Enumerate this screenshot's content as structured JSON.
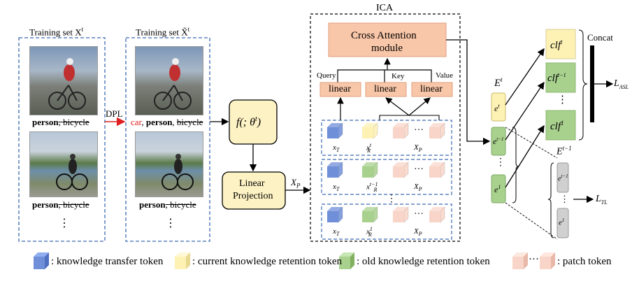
{
  "left_panel": {
    "title": "Training set X",
    "title_sup": "t",
    "caption1_bold": "person",
    "caption1_rest": ", bicycle",
    "caption2_bold": "person",
    "caption2_rest": ", bicycle",
    "dots": "⋮"
  },
  "right_panel": {
    "title": "Training set X̃",
    "title_sup": "t",
    "caption1_red": "car",
    "caption1_bold": "person",
    "caption1_rest": "bicycle",
    "caption2_bold": "person",
    "caption2_rest": ", bicycle",
    "dots": "⋮"
  },
  "dpl_label": "DPL",
  "feature_extractor": "f(; θ",
  "feature_extractor_sup": "t",
  "linear_projection": [
    "Linear",
    "Projection"
  ],
  "xp_label": "X",
  "xp_sub": "P",
  "ica": {
    "title": "ICA",
    "cross_attention": [
      "Cross Attention",
      "module"
    ],
    "query": "Query",
    "key": "Key",
    "value": "Value",
    "linear": "linear",
    "rows": [
      {
        "x_T": "x",
        "x_T_sub": "T",
        "x_R": "x",
        "x_R_sub": "R",
        "x_R_sup": "t",
        "x_P": "X",
        "x_P_sub": "P"
      },
      {
        "x_T": "x",
        "x_T_sub": "T",
        "x_R": "x",
        "x_R_sub": "R",
        "x_R_sup": "t−1",
        "x_P": "X",
        "x_P_sub": "P"
      },
      {
        "x_T": "x",
        "x_T_sub": "T",
        "x_R": "x",
        "x_R_sub": "R",
        "x_R_sup": "1",
        "x_P": "X",
        "x_P_sub": "P"
      }
    ],
    "ellipsis": "···",
    "vdots": "⋮"
  },
  "embeddings": {
    "E_t": "E",
    "E_t_sup": "t",
    "E_t1": "E",
    "E_t1_sup": "t−1",
    "e_labels": [
      {
        "base": "e",
        "sup": "t"
      },
      {
        "base": "e",
        "sup": "t−1"
      },
      {
        "base": "e",
        "sup": "1"
      }
    ],
    "old_labels": [
      {
        "base": "e",
        "sup": "t−1"
      },
      {
        "base": "e",
        "sup": "1"
      }
    ]
  },
  "classifiers": [
    {
      "base": "clf",
      "sup": "t"
    },
    {
      "base": "clf",
      "sup": "t−1"
    },
    {
      "base": "clf",
      "sup": "1"
    }
  ],
  "concat": "Concat",
  "loss_asl": {
    "base": "L",
    "sub": "ASL"
  },
  "loss_tl": {
    "base": "L",
    "sub": "TL"
  },
  "legend": {
    "knowledge_transfer": ": knowledge transfer token",
    "current_retention": ": current knowledge retention token",
    "old_retention": ": old knowledge retention token",
    "patch": ": patch token",
    "ellipsis": "···"
  },
  "colors": {
    "blue_token": "#6f8fd8",
    "yellow_token": "#fdf2b4",
    "green_token": "#a9d18e",
    "pink_token": "#f8d5c8",
    "salmon_box": "#f8c6a8",
    "f_box": "#fdf2c4",
    "dashed_blue": "#3d6bb0",
    "red_arrow": "#e02020"
  }
}
